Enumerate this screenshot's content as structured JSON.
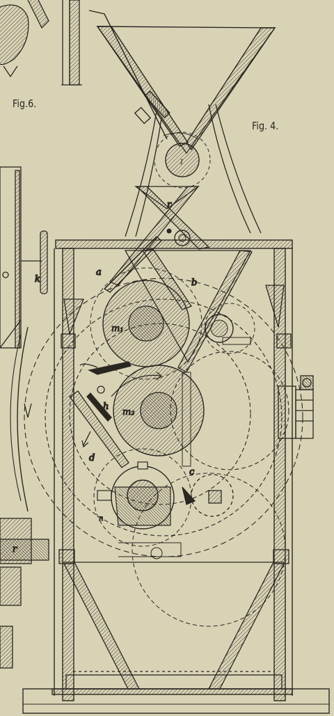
{
  "captions": {
    "fig6": "Fig.6.",
    "fig4": "Fig. 4."
  },
  "labels": {
    "roll_1": "1",
    "r": "r",
    "a": "a",
    "b": "b",
    "k": "k",
    "m1": "m₁",
    "m2": "m₂",
    "h": "h",
    "d": "d",
    "c": "c",
    "r2": "r",
    "n": "n"
  },
  "colors": {
    "paper": "#d9d3b6",
    "ink": "#2a2620",
    "hatch": "#4a443a"
  }
}
